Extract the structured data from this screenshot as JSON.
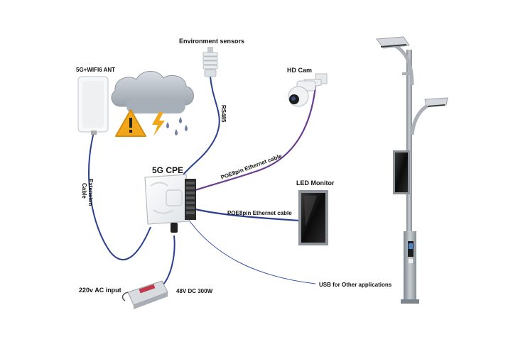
{
  "labels": {
    "ant": "5G+WIFI6 ANT",
    "env": "Environment sensors",
    "rs485": "RS485",
    "hdcam": "HD Cam",
    "cpe": "5G CPE",
    "poe_cam": "POE8pin Ethernet cable",
    "led": "LED Monitor",
    "poe_led": "POE8pin Ethernet cable",
    "ext1": "Extension",
    "ext2": "Cable",
    "ac": "220v AC input",
    "dc": "48V  DC 300W",
    "usb": "USB for Other applications"
  },
  "colors": {
    "cable_blue": "#2a3f8f",
    "cable_purple": "#6a3d8f",
    "pole": "#9aa3ab",
    "warning": "#f2a71b"
  }
}
